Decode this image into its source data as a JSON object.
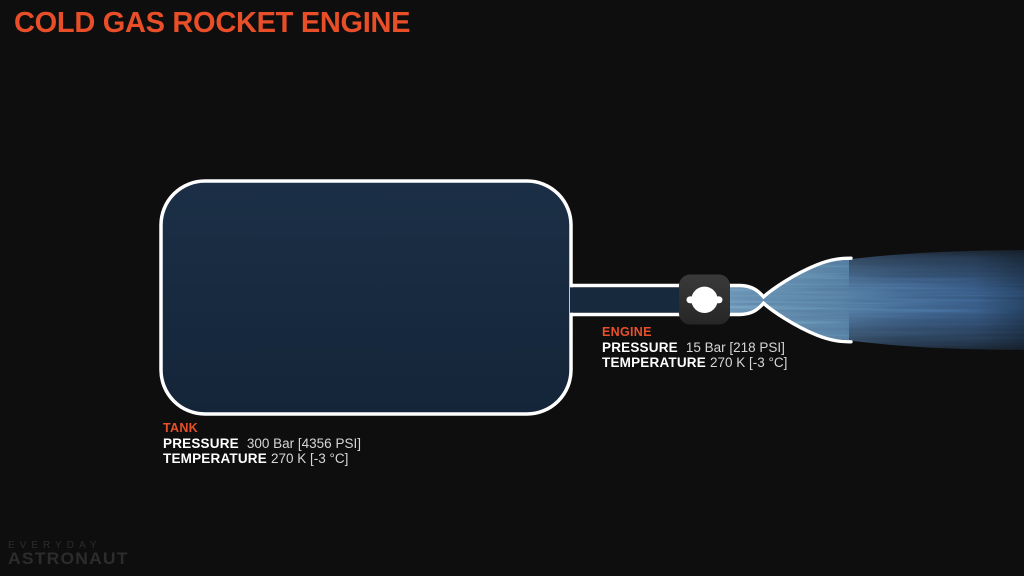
{
  "title": "COLD GAS ROCKET ENGINE",
  "labels": {
    "tank": {
      "heading": "TANK",
      "pressure_label": "PRESSURE",
      "pressure_value": "300 Bar [4356 PSI]",
      "temperature_label": "TEMPERATURE",
      "temperature_value": "270 K [-3 °C]"
    },
    "engine": {
      "heading": "ENGINE",
      "pressure_label": "PRESSURE",
      "pressure_value": "15 Bar [218 PSI]",
      "temperature_label": "TEMPERATURE",
      "temperature_value": "270 K [-3 °C]"
    }
  },
  "branding": {
    "line1": "EVERYDAY",
    "line2": "ASTRONAUT"
  },
  "icons": {
    "valve": "valve-icon",
    "tank": "propellant-tank-shape",
    "nozzle": "de-laval-nozzle-shape",
    "plume": "exhaust-plume-shape"
  },
  "colors": {
    "background": "#0e0e0e",
    "accent_orange": "#E84E27",
    "tank_fill": "#16293C",
    "gas_blue": "#5E84A8",
    "plume_blue": "#41658E",
    "valve_gray": "#2F2F2F",
    "outline_white": "#FFFFFF",
    "logo_gray": "#2C2C2C"
  }
}
